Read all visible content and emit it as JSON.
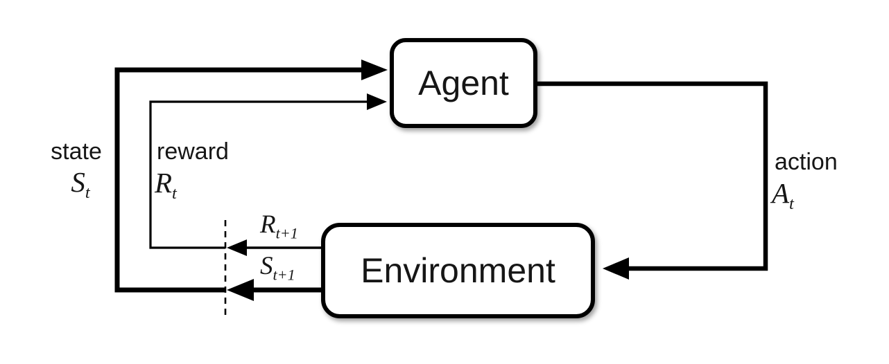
{
  "diagram": {
    "nodes": {
      "agent": "Agent",
      "environment": "Environment"
    },
    "left_labels": {
      "state_word": "state",
      "state_base": "S",
      "state_sub": "t",
      "reward_word": "reward",
      "reward_base": "R",
      "reward_sub": "t"
    },
    "right_labels": {
      "action_word": "action",
      "action_base": "A",
      "action_sub": "t"
    },
    "transition_labels": {
      "next_reward_base": "R",
      "next_reward_sub": "t+1",
      "next_state_base": "S",
      "next_state_sub": "t+1"
    },
    "colors": {
      "line": "#000000",
      "text": "#161616",
      "box_fill": "#ffffff",
      "background": "#ffffff"
    }
  }
}
